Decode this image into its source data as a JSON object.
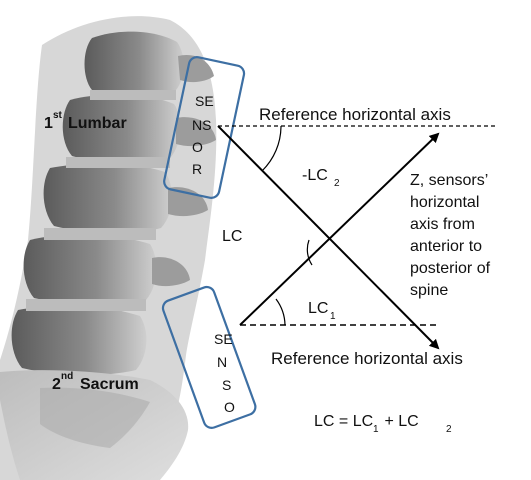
{
  "labels": {
    "lumbar_prefix": "1",
    "lumbar_sup": "st",
    "lumbar_text": "Lumbar",
    "sacrum_prefix": "2",
    "sacrum_sup": "nd",
    "sacrum_text": "Sacrum",
    "reference_axis_top": "Reference horizontal axis",
    "reference_axis_bottom": "Reference horizontal axis",
    "neg_lc2_main": "-LC",
    "neg_lc2_sub": "2",
    "lc": "LC",
    "lc1_main": "LC",
    "lc1_sub": "1",
    "z_axis_lines": [
      "Z, sensors’",
      "horizontal",
      "axis from",
      "anterior to",
      "posterior of",
      "spine"
    ],
    "equation": {
      "left": "LC = LC",
      "sub1": "1",
      "mid": " + LC",
      "sub2": "2"
    }
  },
  "sensor_top": {
    "lines": [
      "SE",
      "NS",
      "O",
      "R"
    ]
  },
  "sensor_bottom": {
    "lines": [
      "SE",
      "N",
      "S",
      "O"
    ]
  },
  "colors": {
    "sensor_border": "#3d6fa3",
    "line": "#000000",
    "bone_dark": "#4a4a4a",
    "bone_mid": "#8e8e8e",
    "bone_light": "#c8c8c8"
  }
}
